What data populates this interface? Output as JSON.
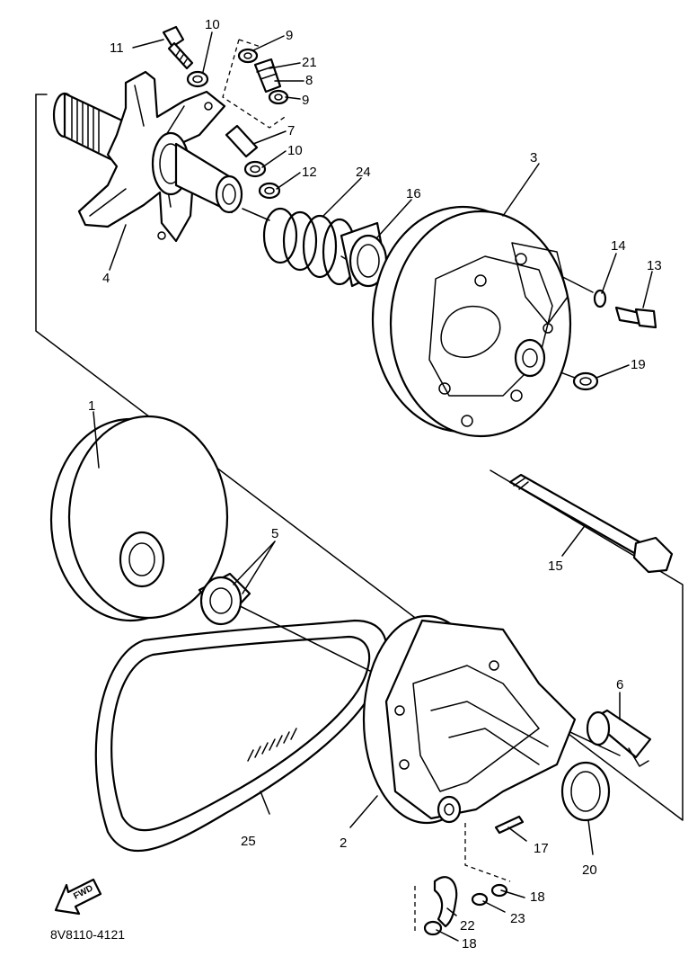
{
  "drawing_code": "8V8110-4121",
  "fwd_label": "FWD",
  "callouts": {
    "c1": "1",
    "c2": "2",
    "c3": "3",
    "c4": "4",
    "c5": "5",
    "c6": "6",
    "c7": "7",
    "c8": "8",
    "c9a": "9",
    "c9b": "9",
    "c10a": "10",
    "c10b": "10",
    "c11": "11",
    "c12": "12",
    "c13": "13",
    "c14": "14",
    "c15": "15",
    "c16": "16",
    "c17": "17",
    "c18a": "18",
    "c18b": "18",
    "c19": "19",
    "c20": "20",
    "c21": "21",
    "c22": "22",
    "c23": "23",
    "c24": "24",
    "c25": "25"
  }
}
